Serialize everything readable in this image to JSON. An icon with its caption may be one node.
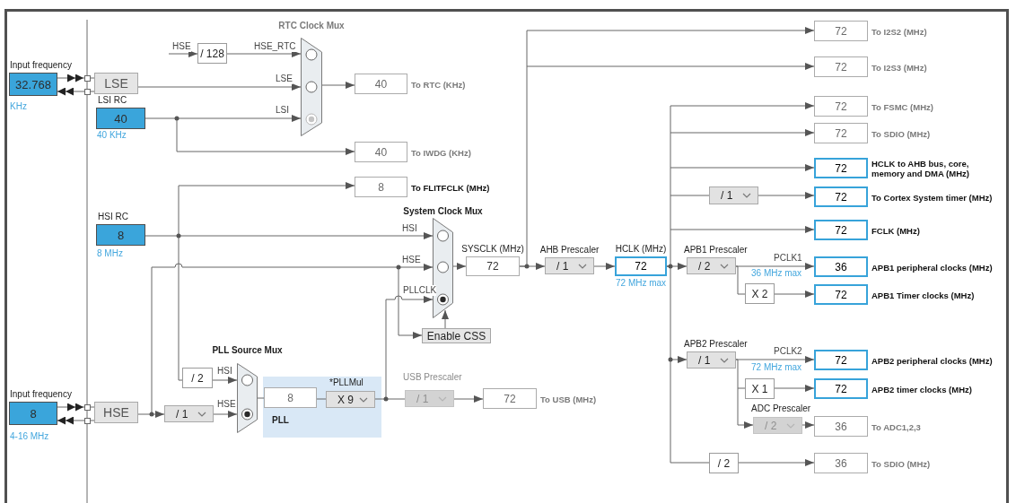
{
  "diagram": {
    "nodes": [
      {
        "text": [
          "Input frequency",
          "32.768"
        ],
        "beside": [
          "KHz"
        ]
      },
      {
        "text": [
          "LSE"
        ]
      },
      {
        "text": [
          "LSI RC",
          "40"
        ],
        "beside": [
          "40 KHz"
        ]
      },
      {
        "text": [
          "HSI RC",
          "8"
        ],
        "beside": [
          "8 MHz"
        ]
      },
      {
        "text": [
          "Input frequency",
          "8"
        ],
        "beside": [
          "4-16 MHz"
        ]
      },
      {
        "text": [
          "HSE"
        ]
      },
      {
        "text": [
          "/ 128"
        ]
      },
      {
        "text": [
          "RTC Clock Mux"
        ]
      },
      {
        "text": [
          "40"
        ],
        "beside": [
          "To RTC (KHz)"
        ]
      },
      {
        "text": [
          "40"
        ],
        "beside": [
          "To IWDG (KHz)"
        ]
      },
      {
        "text": [
          "8"
        ],
        "beside": [
          "To FLITFCLK (MHz)"
        ]
      },
      {
        "text": [
          "System Clock Mux"
        ]
      },
      {
        "text": [
          "SYSCLK (MHz)",
          "72"
        ]
      },
      {
        "text": [
          "AHB Prescaler",
          "/ 1"
        ]
      },
      {
        "text": [
          "HCLK (MHz)",
          "72"
        ],
        "beside": [
          "72 MHz max"
        ]
      },
      {
        "text": [
          "Enable CSS"
        ]
      },
      {
        "text": [
          "PLL Source Mux"
        ]
      },
      {
        "text": [
          "/ 2"
        ]
      },
      {
        "text": [
          "/ 1"
        ]
      },
      {
        "text": [
          "PLL"
        ]
      },
      {
        "text": [
          "8"
        ],
        "in": 19
      },
      {
        "text": [
          "*PLLMul",
          "X 9"
        ],
        "in": 19
      },
      {
        "text": [
          "USB Prescaler",
          "/ 1"
        ]
      },
      {
        "text": [
          "72"
        ],
        "beside": [
          "To USB (MHz)"
        ]
      },
      {
        "text": [
          "72"
        ],
        "beside": [
          "To I2S2 (MHz)"
        ]
      },
      {
        "text": [
          "72"
        ],
        "beside": [
          "To I2S3 (MHz)"
        ]
      },
      {
        "text": [
          "72"
        ],
        "beside": [
          "To FSMC (MHz)"
        ]
      },
      {
        "text": [
          "72"
        ],
        "beside": [
          "To SDIO (MHz)"
        ]
      },
      {
        "text": [
          "72"
        ],
        "beside": [
          "HCLK to AHB bus, core, memory and DMA (MHz)"
        ]
      },
      {
        "text": [
          "/ 1"
        ]
      },
      {
        "text": [
          "72"
        ],
        "beside": [
          "To Cortex System timer (MHz)"
        ]
      },
      {
        "text": [
          "72"
        ],
        "beside": [
          "FCLK (MHz)"
        ]
      },
      {
        "text": [
          "APB1 Prescaler",
          "/ 2"
        ]
      },
      {
        "text": [
          "36"
        ],
        "beside": [
          "APB1 peripheral clocks (MHz)"
        ]
      },
      {
        "text": [
          "X 2"
        ]
      },
      {
        "text": [
          "72"
        ],
        "beside": [
          "APB1 Timer clocks (MHz)"
        ]
      },
      {
        "text": [
          "APB2 Prescaler",
          "/ 1"
        ]
      },
      {
        "text": [
          "72"
        ],
        "beside": [
          "APB2 peripheral clocks (MHz)"
        ]
      },
      {
        "text": [
          "X 1"
        ]
      },
      {
        "text": [
          "72"
        ],
        "beside": [
          "APB2 timer clocks (MHz)"
        ]
      },
      {
        "text": [
          "ADC Prescaler",
          "/ 2"
        ]
      },
      {
        "text": [
          "36"
        ],
        "beside": [
          "To ADC1,2,3"
        ]
      },
      {
        "text": [
          "/ 2"
        ]
      },
      {
        "text": [
          "36"
        ],
        "beside": [
          "To SDIO (MHz)"
        ]
      }
    ],
    "edges": [
      {
        "from": null,
        "to": 6,
        "arrow": "to",
        "label": "HSE"
      },
      {
        "from": 6,
        "to": 7,
        "arrow": "to",
        "label": "HSE_RTC"
      },
      {
        "from": 0,
        "to": 1,
        "arrow": "to"
      },
      {
        "from": 1,
        "to": 0,
        "arrow": "to"
      },
      {
        "from": 1,
        "to": 7,
        "arrow": "to",
        "label": "LSE"
      },
      {
        "from": 2,
        "to": 7,
        "arrow": "to",
        "label": "LSI"
      },
      {
        "from": 7,
        "to": 8,
        "arrow": "to"
      },
      {
        "from": 2,
        "to": 9,
        "arrow": "to"
      },
      {
        "from": 3,
        "to": 10,
        "arrow": "to"
      },
      {
        "from": 3,
        "to": 11,
        "arrow": "to",
        "label": "HSI"
      },
      {
        "from": 5,
        "to": 11,
        "arrow": "to",
        "label": "HSE"
      },
      {
        "from": 21,
        "to": 11,
        "arrow": "to",
        "label": "PLLCLK"
      },
      {
        "from": 5,
        "to": 15,
        "arrow": "to"
      },
      {
        "from": 15,
        "to": 11,
        "arrow": "to"
      },
      {
        "from": 11,
        "to": 12,
        "arrow": "to"
      },
      {
        "from": 12,
        "to": 24,
        "arrow": "to"
      },
      {
        "from": 12,
        "to": 25,
        "arrow": "to"
      },
      {
        "from": 12,
        "to": 13,
        "arrow": "to"
      },
      {
        "from": 13,
        "to": 14,
        "arrow": "to"
      },
      {
        "from": 3,
        "to": 17,
        "arrow": "none"
      },
      {
        "from": 4,
        "to": 5,
        "arrow": "to"
      },
      {
        "from": 5,
        "to": 4,
        "arrow": "to"
      },
      {
        "from": 5,
        "to": 18,
        "arrow": "to"
      },
      {
        "from": 17,
        "to": 16,
        "arrow": "to",
        "label": "HSI"
      },
      {
        "from": 18,
        "to": 16,
        "arrow": "to",
        "label": "HSE"
      },
      {
        "from": 16,
        "to": 20,
        "arrow": "none"
      },
      {
        "from": 20,
        "to": 21,
        "arrow": "none"
      },
      {
        "from": 21,
        "to": 22,
        "arrow": "none"
      },
      {
        "from": 22,
        "to": 23,
        "arrow": "to"
      },
      {
        "from": 14,
        "to": 26,
        "arrow": "to"
      },
      {
        "from": 14,
        "to": 27,
        "arrow": "to"
      },
      {
        "from": 14,
        "to": 28,
        "arrow": "to"
      },
      {
        "from": 14,
        "to": 29,
        "arrow": "none"
      },
      {
        "from": 29,
        "to": 30,
        "arrow": "to"
      },
      {
        "from": 14,
        "to": 31,
        "arrow": "to"
      },
      {
        "from": 14,
        "to": 32,
        "arrow": "to"
      },
      {
        "from": 32,
        "to": 33,
        "arrow": "to",
        "label": "PCLK1"
      },
      {
        "from": 32,
        "to": 34,
        "arrow": "none"
      },
      {
        "from": 34,
        "to": 35,
        "arrow": "to"
      },
      {
        "from": 14,
        "to": 36,
        "arrow": "to"
      },
      {
        "from": 36,
        "to": 37,
        "arrow": "to",
        "label": "PCLK2"
      },
      {
        "from": 36,
        "to": 38,
        "arrow": "none"
      },
      {
        "from": 38,
        "to": 39,
        "arrow": "to"
      },
      {
        "from": 36,
        "to": 40,
        "arrow": "to"
      },
      {
        "from": 40,
        "to": 41,
        "arrow": "to"
      },
      {
        "from": 14,
        "to": 42,
        "arrow": "none"
      },
      {
        "from": 42,
        "to": 43,
        "arrow": "to"
      }
    ],
    "labels": [
      "36 MHz max",
      "72 MHz max"
    ]
  }
}
